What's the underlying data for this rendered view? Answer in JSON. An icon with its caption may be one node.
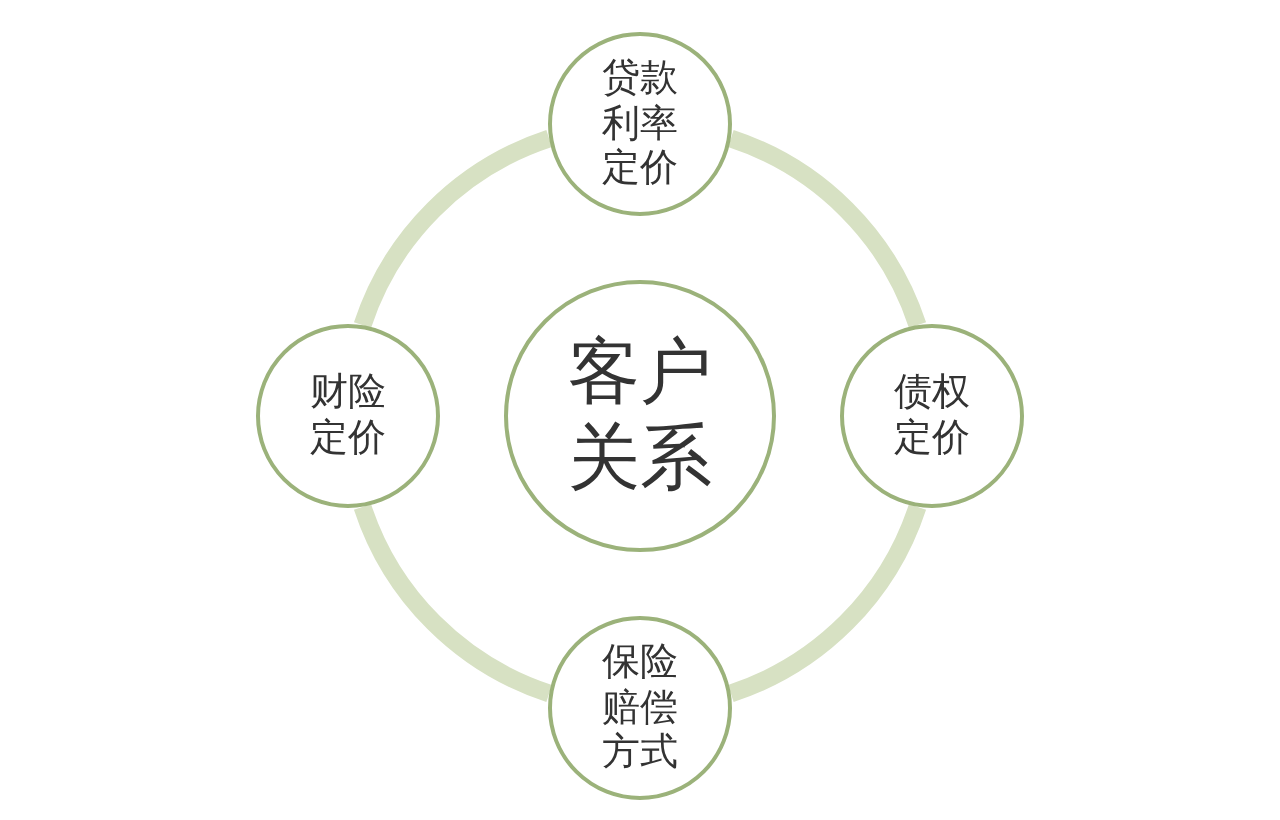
{
  "diagram": {
    "nodes": [
      {
        "text": [
          "贷款利率定价"
        ]
      },
      {
        "text": [
          "财险定价"
        ]
      },
      {
        "text": [
          "客户关系"
        ]
      },
      {
        "text": [
          "债权定价"
        ]
      },
      {
        "text": [
          "保险赔偿方式"
        ]
      }
    ],
    "edges": [
      {
        "from": 0,
        "to": 3,
        "arrow": "none"
      },
      {
        "from": 3,
        "to": 4,
        "arrow": "none"
      },
      {
        "from": 4,
        "to": 1,
        "arrow": "none"
      },
      {
        "from": 1,
        "to": 0,
        "arrow": "none"
      }
    ]
  }
}
